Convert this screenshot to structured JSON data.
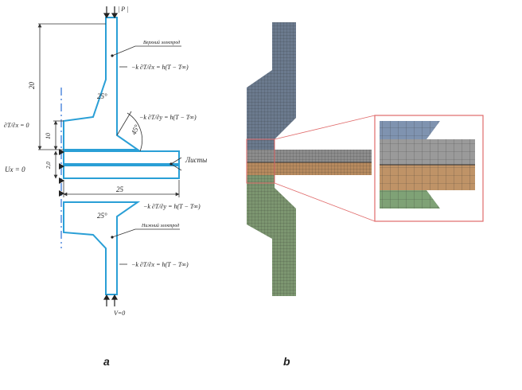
{
  "panel_a": {
    "label": "a",
    "force_label": "| P |",
    "v_label": "V=0",
    "upper_electrode_label": "Верхний электрод",
    "lower_electrode_label": "Нижний электрод",
    "sheets_label": "Листы",
    "bc_convection_top": "−k ∂T/∂x = h(T − T∞)",
    "bc_convection_mid_top": "−k ∂T/∂y = h(T − T∞)",
    "bc_convection_mid_bottom": "−k ∂T/∂y = h(T − T∞)",
    "bc_convection_bottom": "−k ∂T/∂x = h(T − T∞)",
    "bc_symmetry": "∂T/∂x = 0",
    "bc_displacement": "Ux = 0",
    "dim_20": "20",
    "dim_10": "10",
    "dim_2_0": "2,0",
    "dim_25": "25",
    "angle_25_top": "25°",
    "angle_25_bottom": "25°",
    "angle_45": "45°",
    "colors": {
      "outline": "#2a9fd6",
      "dim": "#333333",
      "axis": "#2a6fd6"
    }
  },
  "panel_b": {
    "label": "b",
    "colors": {
      "upper_mesh": "#6b7a8e",
      "lower_mesh": "#7c9670",
      "sheet_gray": "#8d8d8d",
      "sheet_orange": "#b78a5e",
      "zoom_box": "#e06a6a",
      "inset_blue": "#7f93b0",
      "inset_gray": "#9a9a9a",
      "inset_orange": "#bf9367",
      "inset_green": "#7fa276"
    }
  }
}
